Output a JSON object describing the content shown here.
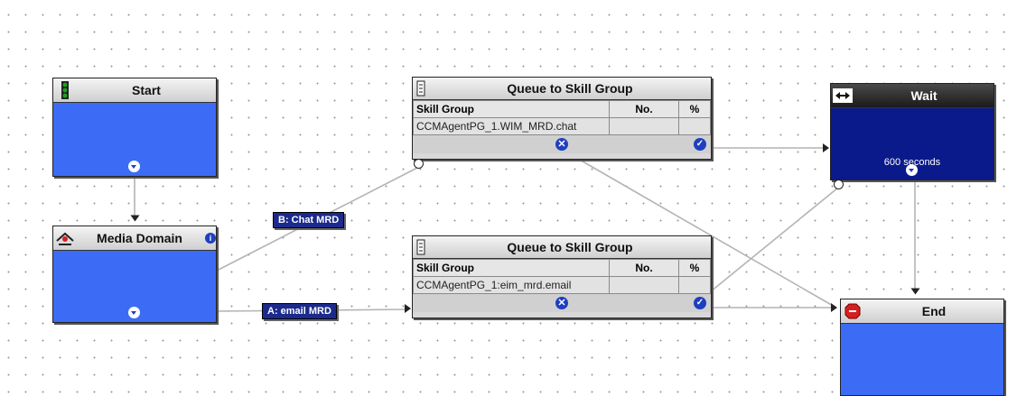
{
  "nodes": {
    "start": {
      "title": "Start",
      "icon": "traffic-light-icon"
    },
    "media_domain": {
      "title": "Media Domain",
      "icon": "router-icon"
    },
    "queue_top": {
      "title": "Queue to Skill Group",
      "headers": {
        "skill_group": "Skill Group",
        "no": "No.",
        "pct": "%"
      },
      "row": {
        "skill_group": "CCMAgentPG_1.WIM_MRD.chat",
        "no": "",
        "pct": ""
      }
    },
    "queue_bottom": {
      "title": "Queue to Skill Group",
      "headers": {
        "skill_group": "Skill Group",
        "no": "No.",
        "pct": "%"
      },
      "row": {
        "skill_group": "CCMAgentPG_1:eim_mrd.email",
        "no": "",
        "pct": ""
      }
    },
    "wait": {
      "title": "Wait",
      "detail": "600 seconds"
    },
    "end": {
      "title": "End",
      "icon": "stop-sign-icon"
    }
  },
  "edge_labels": {
    "chat": "B: Chat MRD",
    "email": "A: email MRD"
  },
  "colors": {
    "node_body": "#3c6cf5",
    "wait_body": "#0a1a8a",
    "label_bg": "#1b2a8c"
  }
}
